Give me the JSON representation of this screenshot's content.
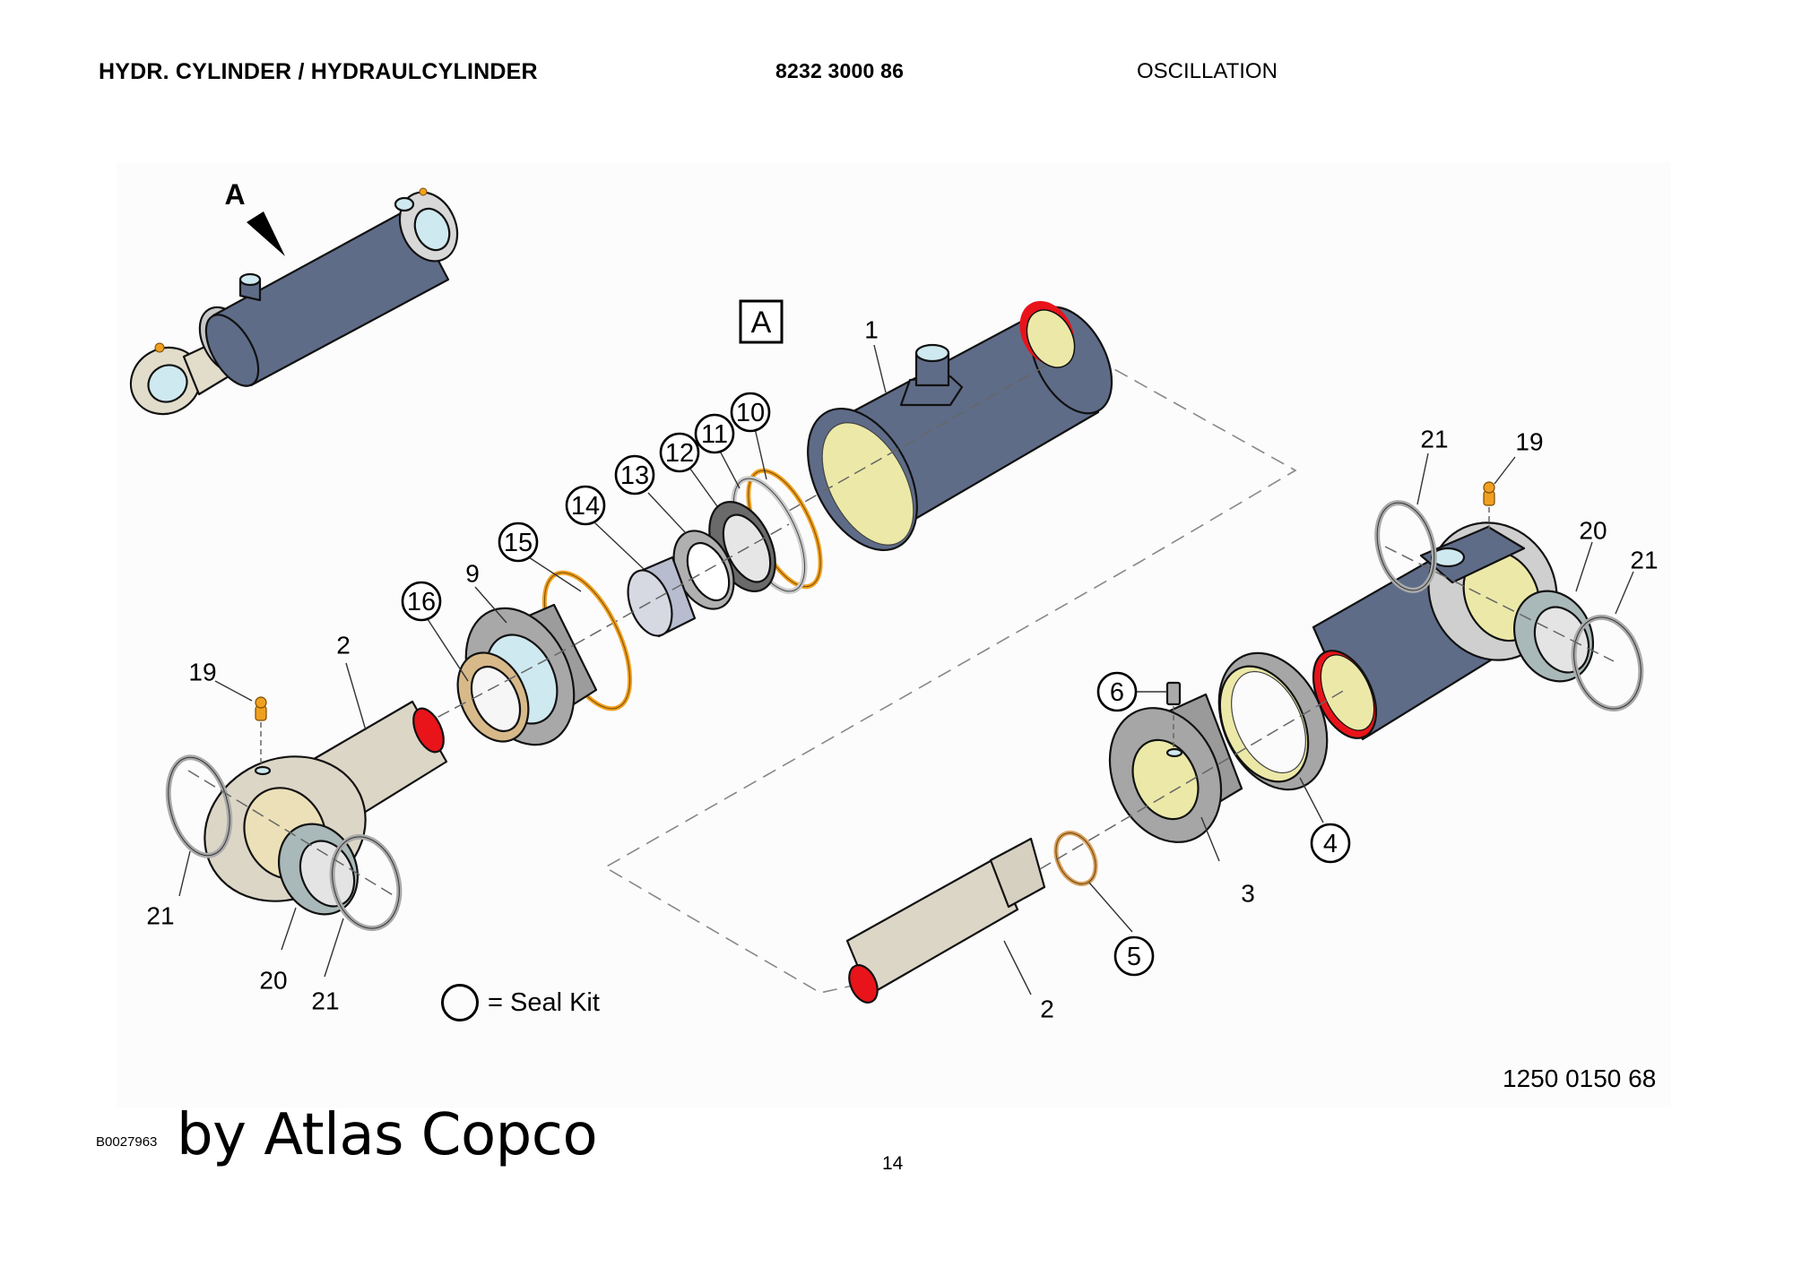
{
  "header": {
    "title": "HYDR. CYLINDER / HYDRAULCYLINDER",
    "part_number": "8232 3000 86",
    "section": "OSCILLATION"
  },
  "overview": {
    "view_marker": "A"
  },
  "view_box_label": "A",
  "callouts": {
    "c1": "1",
    "c2a": "2",
    "c2b": "2",
    "c3": "3",
    "c4": "4",
    "c5": "5",
    "c6": "6",
    "c9": "9",
    "c10": "10",
    "c11": "11",
    "c12": "12",
    "c13": "13",
    "c14": "14",
    "c15": "15",
    "c16": "16",
    "c19a": "19",
    "c19b": "19",
    "c20a": "20",
    "c20b": "20",
    "c21a": "21",
    "c21b": "21",
    "c21c": "21",
    "c21d": "21"
  },
  "seal_kit_callouts": [
    "4",
    "5",
    "6",
    "10",
    "11",
    "12",
    "13",
    "14",
    "15",
    "16"
  ],
  "legend": {
    "text": "= Seal Kit"
  },
  "drawing_number": "1250 0150 68",
  "footer": {
    "doc_code": "B0027963",
    "brand": "by Atlas Copco",
    "page_number": "14"
  },
  "colors": {
    "cylinder_body": "#5e6c88",
    "rod_beige": "#dcd6c6",
    "bore_yellow": "#ece9a8",
    "cut_red": "#e8141a",
    "seal_orange": "#f0a020",
    "metal_grey": "#a6a6a6",
    "bearing_green": "#a9b8b8",
    "guide_lilac": "#b8bccf",
    "bronze": "#d8b98a",
    "glass_blue": "#cfe9f0",
    "panel_bg": "#fdfdfd"
  }
}
